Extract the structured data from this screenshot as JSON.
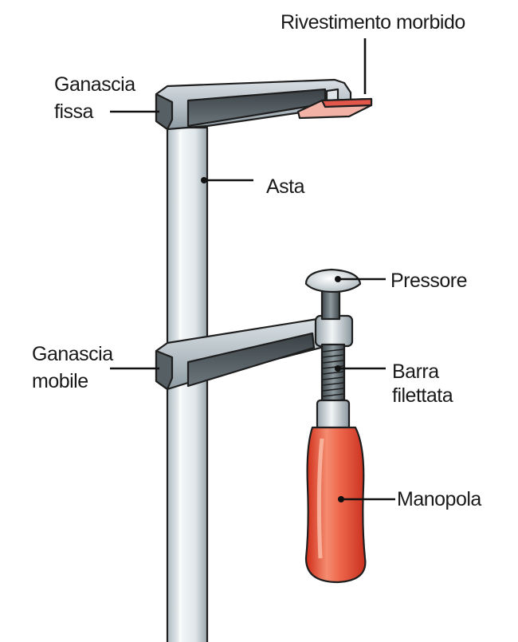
{
  "labels": {
    "soft_cover": "Rivestimento morbido",
    "fixed_jaw_line1": "Ganascia",
    "fixed_jaw_line2": "fissa",
    "bar": "Asta",
    "pressure_pad": "Pressore",
    "movable_jaw_line1": "Ganascia",
    "movable_jaw_line2": "mobile",
    "threaded_rod_line1": "Barra",
    "threaded_rod_line2": "filettata",
    "handle": "Manopola"
  },
  "colors": {
    "background": "#ffffff",
    "steel_light": "#eef2f4",
    "steel_mid": "#b8c3c9",
    "steel_dark": "#7d8a91",
    "jaw_dark": "#4a5256",
    "pad_red": "#e2574a",
    "pad_pink": "#f3b2a6",
    "handle_red": "#e33a26",
    "handle_highlight": "#f79a7e",
    "outline": "#1e1e1e"
  }
}
